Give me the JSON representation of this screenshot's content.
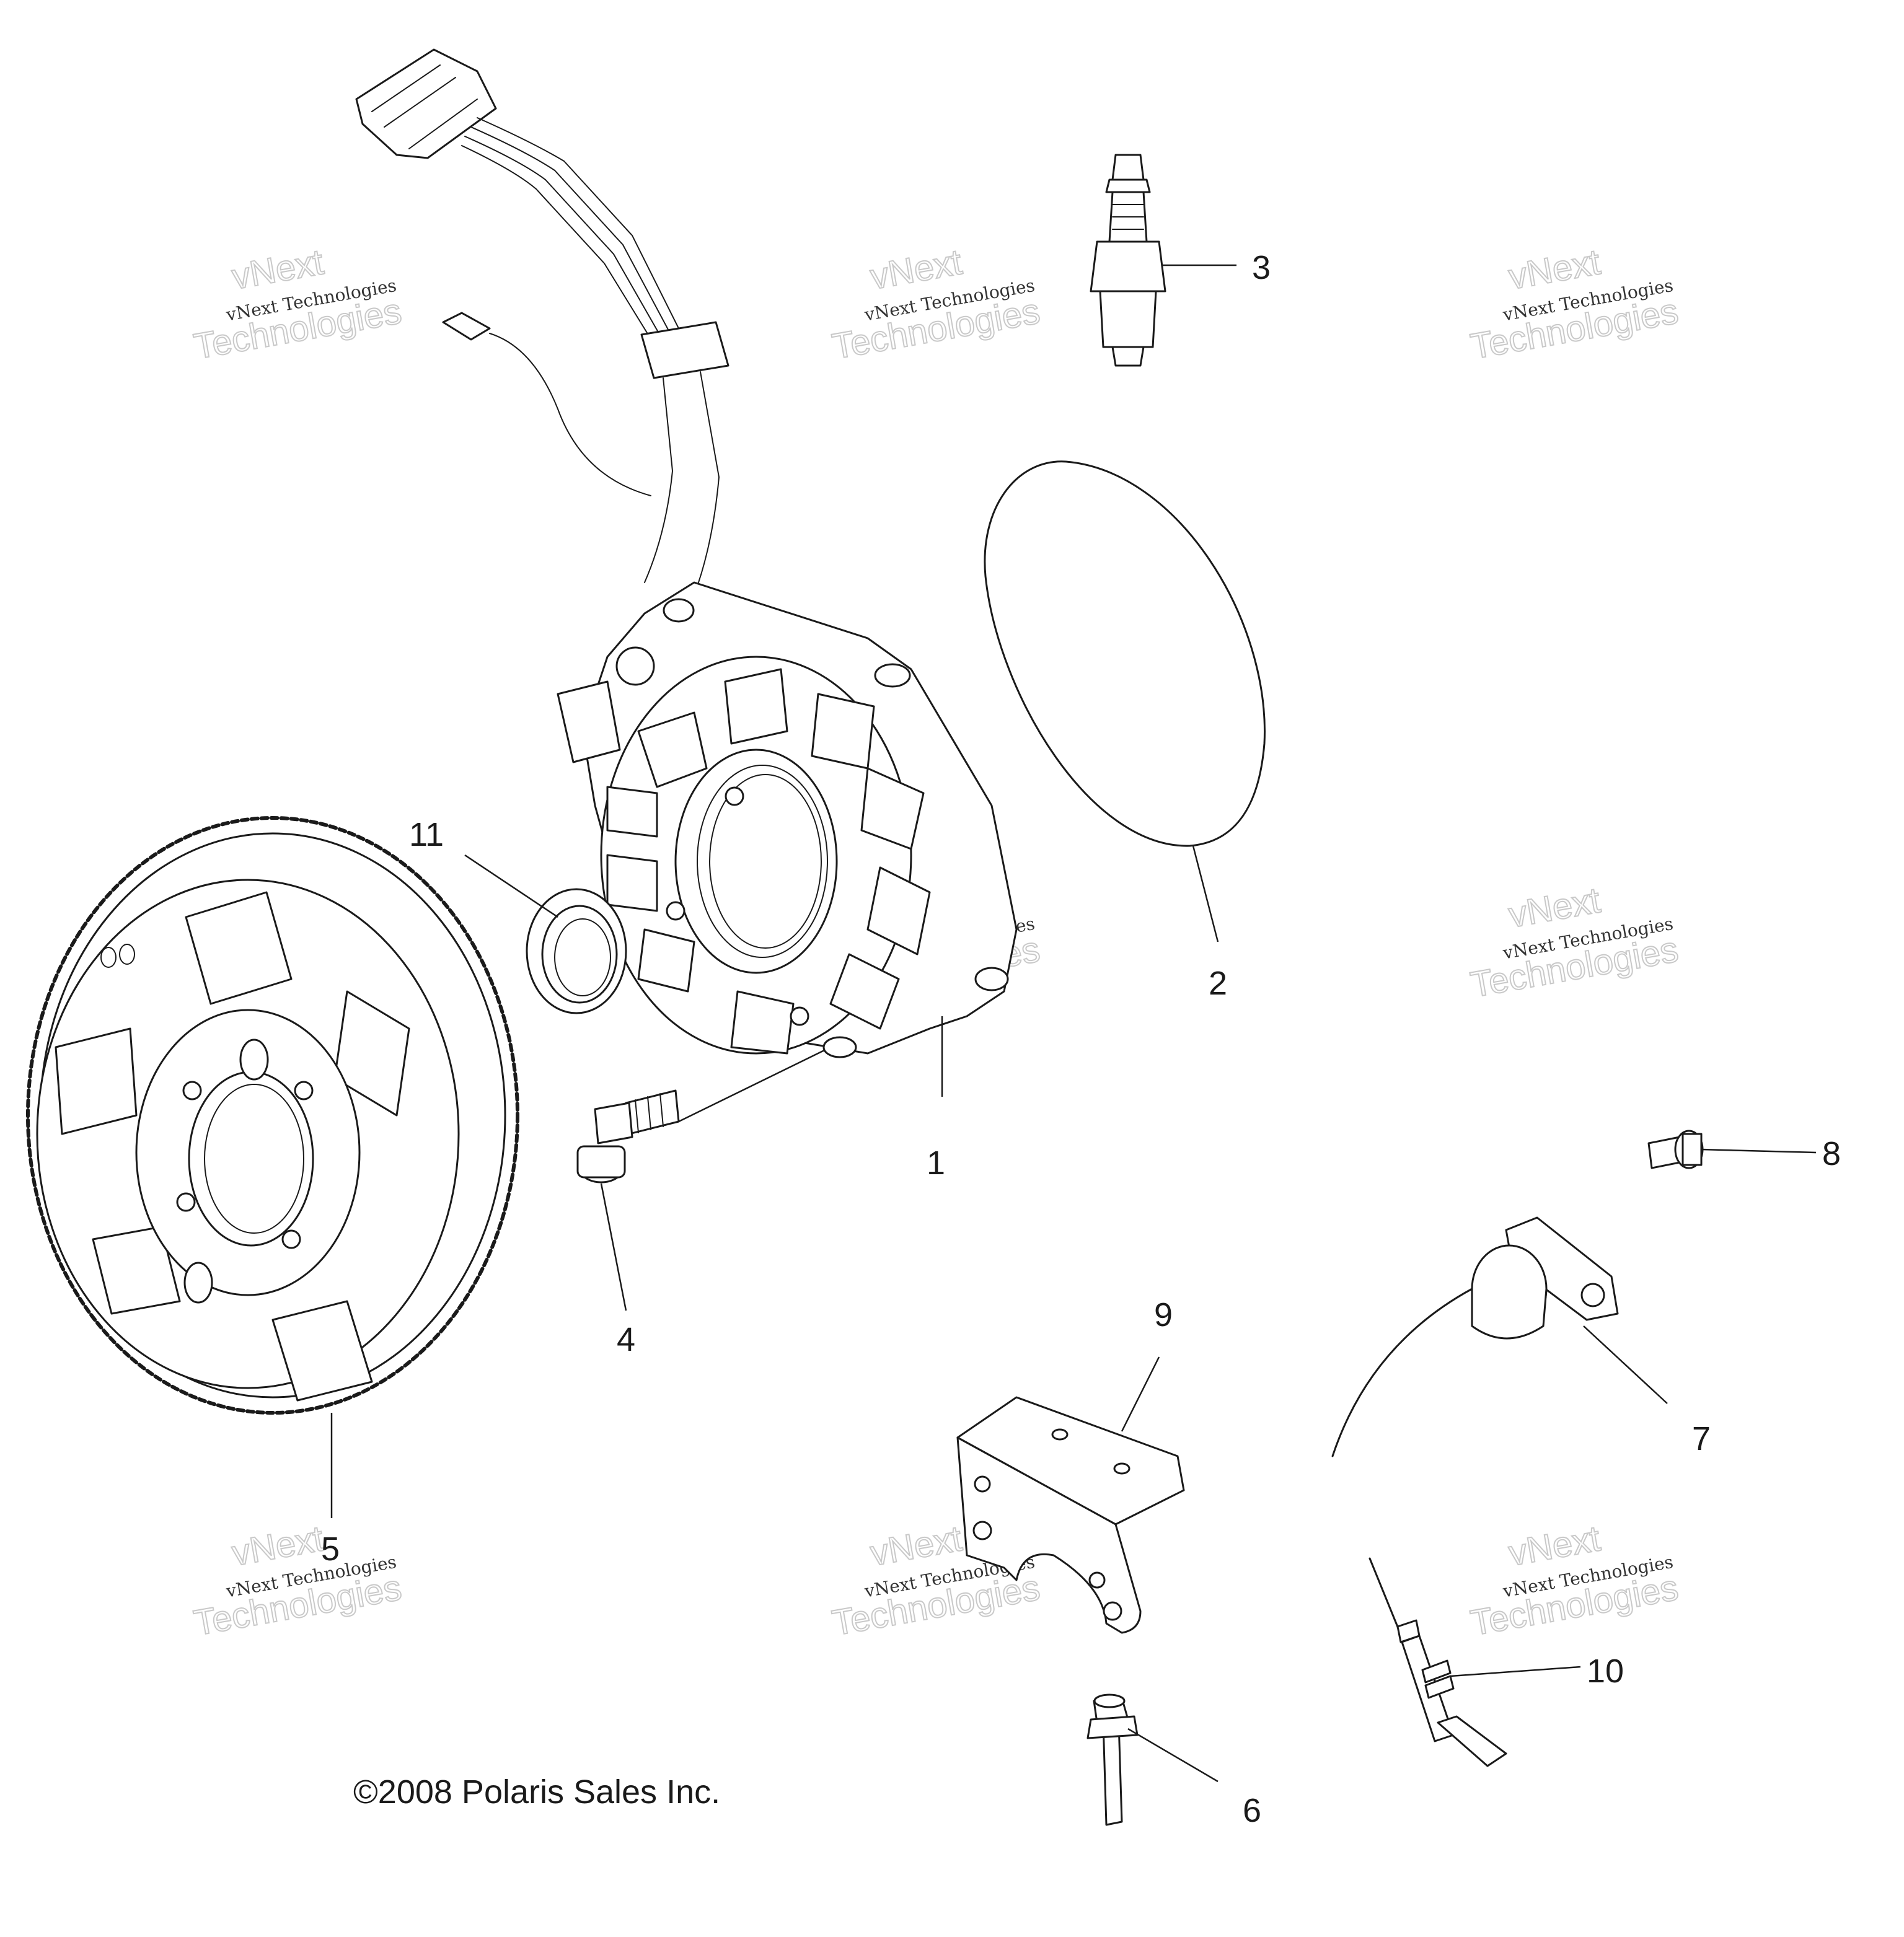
{
  "callouts": {
    "c1": "1",
    "c2": "2",
    "c3": "3",
    "c4": "4",
    "c5": "5",
    "c6": "6",
    "c7": "7",
    "c8": "8",
    "c9": "9",
    "c10": "10",
    "c11": "11"
  },
  "watermark": {
    "line1": "vNext",
    "line2": "vNext Technologies",
    "line3": "Technologies"
  },
  "copyright": "©2008 Polaris Sales Inc.",
  "colors": {
    "line": "#1a1a1a",
    "watermark": "#c9c9c9",
    "background": "#ffffff"
  }
}
